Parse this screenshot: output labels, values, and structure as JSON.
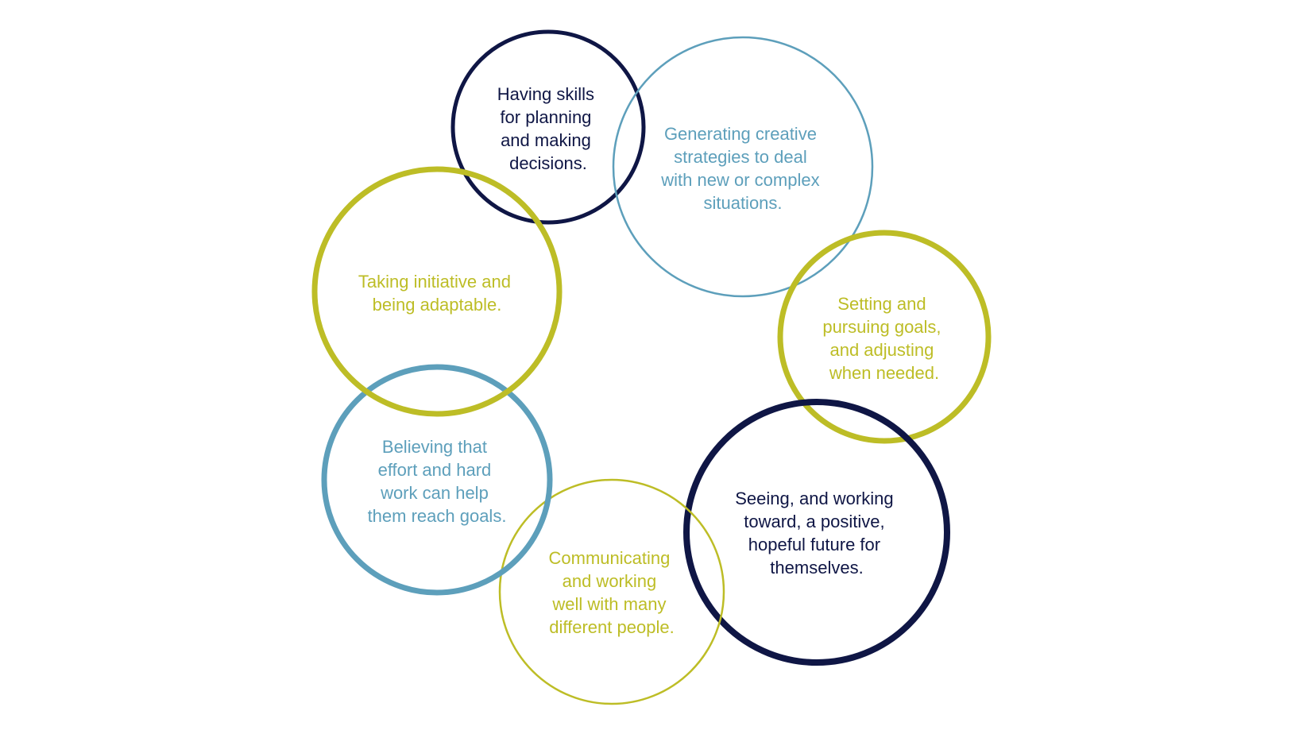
{
  "colors": {
    "navy": "#0f1645",
    "teal": "#5d9fbb",
    "chartreuse": "#bdbd26"
  },
  "circles": [
    {
      "id": "planning",
      "color": "navy",
      "lines": [
        "Having skills",
        "for planning",
        "and making",
        "decisions."
      ]
    },
    {
      "id": "creative",
      "color": "teal",
      "lines": [
        "Generating creative",
        "strategies to deal",
        "with new or complex",
        "situations."
      ]
    },
    {
      "id": "goals",
      "color": "chartreuse",
      "lines": [
        "Setting and",
        "pursuing goals,",
        "and adjusting",
        "when needed."
      ]
    },
    {
      "id": "future",
      "color": "navy",
      "lines": [
        "Seeing, and working",
        "toward, a positive,",
        "hopeful future for",
        "themselves."
      ]
    },
    {
      "id": "communicating",
      "color": "chartreuse",
      "lines": [
        "Communicating",
        "and working",
        "well with many",
        "different people."
      ]
    },
    {
      "id": "effort",
      "color": "teal",
      "lines": [
        "Believing that",
        "effort and hard",
        "work can help",
        "them reach goals."
      ]
    },
    {
      "id": "initiative",
      "color": "chartreuse",
      "lines": [
        "Taking initiative and",
        "being adaptable."
      ]
    }
  ]
}
